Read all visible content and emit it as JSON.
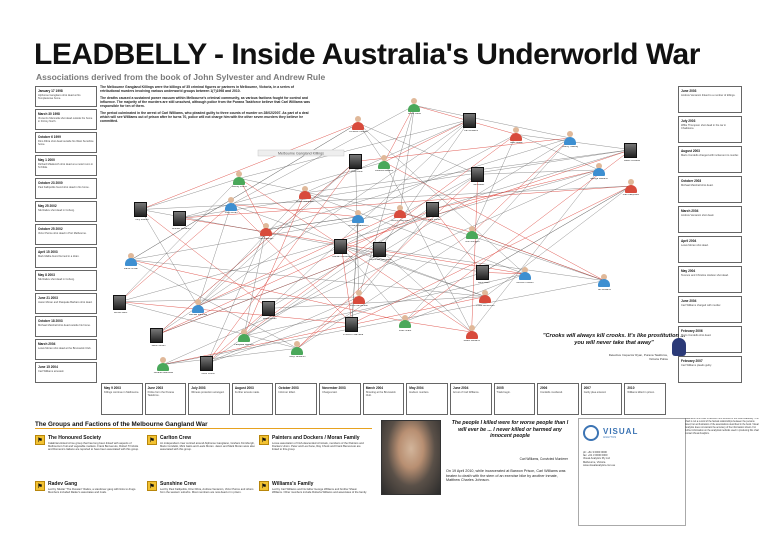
{
  "title": "LEADBELLY - Inside Australia's Underworld War",
  "subtitle": "Associations derived from the book of John Sylvester and Andrew Rule",
  "intro": {
    "p1": "The Melbourne Gangland Killings were the killings of 35 criminal figures or partners in Melbourne, Victoria, in a series of retributional murders involving various underworld groups between 1(?)1998 and 2010.",
    "p2": "The deaths caused a sustained power vacuum within Melbourne's criminal community, as various factions fought for control and influence. The majority of the murders are still unsolved, although police from the Purana Taskforce believe that Carl Williams was responsible for ten of them.",
    "p3": "The period culminated in the arrest of Carl Williams, who pleaded guilty to three counts of murder on 28/02/2007. As part of a deal which will see Williams out of prison after he turns 70, police will not charge him with the other seven murders they believe he committed."
  },
  "left_notes": [
    {
      "date": "January 17 1998",
      "text": "Alphonse Gangitano shot dead at his Templestowe home."
    },
    {
      "date": "March 30 1998",
      "text": "Vincenzo Mannella shot dead outside his home in Fitzroy North."
    },
    {
      "date": "October 6 1999",
      "text": "Dino Dibra shot dead outside his West Sunshine home."
    },
    {
      "date": "May 1 2000",
      "text": "Richard Mladenich shot dead at a motel room in St Kilda."
    },
    {
      "date": "October 23 2000",
      "text": "Paul Kallipolitis found shot dead in his home."
    },
    {
      "date": "May 25 2002",
      "text": "Nik Radev shot dead in Coburg."
    },
    {
      "date": "October 25 2002",
      "text": "Victor Peirce shot dead in Port Melbourne."
    },
    {
      "date": "April 15 2003",
      "text": "Mark Mallia found burned in a drain."
    },
    {
      "date": "May 8 2003",
      "text": "Nik Radev shot dead in Coburg."
    },
    {
      "date": "June 21 2003",
      "text": "Jason Moran and Pasquale Barbaro shot dead."
    },
    {
      "date": "October 18 2003",
      "text": "Michael Marshall shot dead outside his home."
    },
    {
      "date": "March 2004",
      "text": "Lewis Moran shot dead at the Brunswick Club."
    },
    {
      "date": "June 15 2004",
      "text": "Carl Williams arrested."
    }
  ],
  "right_notes": [
    {
      "date": "June 2003",
      "text": "Andrew Veniamin linked to a number of killings."
    },
    {
      "date": "July 2003",
      "text": "Willie Thompson shot dead in his car in Chadstone."
    },
    {
      "date": "August 2003",
      "text": "Mario Condello charged with incitement to murder."
    },
    {
      "date": "October 2003",
      "text": "Michael Marshall shot dead."
    },
    {
      "date": "March 2004",
      "text": "Andrew Veniamin shot dead."
    },
    {
      "date": "April 2004",
      "text": "Lewis Moran shot dead."
    },
    {
      "date": "May 2004",
      "text": "Terence and Christine Hodson shot dead."
    },
    {
      "date": "June 2004",
      "text": "Carl Williams charged with murder."
    },
    {
      "date": "February 2006",
      "text": "Mario Condello shot dead."
    },
    {
      "date": "February 2007",
      "text": "Carl Williams pleads guilty."
    }
  ],
  "bottom_notes": [
    {
      "date": "May 9 2003",
      "text": "Killings continue in Melbourne."
    },
    {
      "date": "June 2003",
      "text": "Police form the Purana Taskforce."
    },
    {
      "date": "July 2003",
      "text": "Witness protection arranged."
    },
    {
      "date": "August 2003",
      "text": "Further arrests made."
    },
    {
      "date": "October 2003",
      "text": "Informer killed."
    },
    {
      "date": "November 2003",
      "text": "Charges laid."
    },
    {
      "date": "March 2004",
      "text": "Shooting at the Brunswick Club."
    },
    {
      "date": "May 2004",
      "text": "Hodson murders."
    },
    {
      "date": "June 2004",
      "text": "Arrest of Carl Williams."
    },
    {
      "date": "2005",
      "text": "Trials begin."
    },
    {
      "date": "2006",
      "text": "Condello murdered."
    },
    {
      "date": "2007",
      "text": "Guilty plea entered."
    },
    {
      "date": "2010",
      "text": "Williams killed in prison."
    }
  ],
  "diagram": {
    "label": "Melbourne Gangland Killings",
    "people": [
      {
        "name": "Alphonse Gangitano",
        "kind": "photo"
      },
      {
        "name": "Jason Moran",
        "kind": "photo"
      },
      {
        "name": "Mark Moran",
        "kind": "photo"
      },
      {
        "name": "Lewis Moran",
        "kind": "photo"
      },
      {
        "name": "Carl Williams",
        "kind": "photo"
      },
      {
        "name": "Roberta Williams",
        "kind": "person"
      },
      {
        "name": "Andrew Veniamin",
        "kind": "photo"
      },
      {
        "name": "Mario Condello",
        "kind": "photo"
      },
      {
        "name": "Graham Kinniburgh",
        "kind": "photo"
      },
      {
        "name": "Nik Radev",
        "kind": "photo"
      },
      {
        "name": "Victor Peirce",
        "kind": "photo"
      },
      {
        "name": "Dino Dibra",
        "kind": "photo"
      },
      {
        "name": "Michael Marshall",
        "kind": "person"
      },
      {
        "name": "Willie Thompson",
        "kind": "person"
      },
      {
        "name": "Pasquale Barbaro",
        "kind": "person"
      },
      {
        "name": "Terence Hodson",
        "kind": "person"
      },
      {
        "name": "Christine Hodson",
        "kind": "person"
      },
      {
        "name": "Tony Mokbel",
        "kind": "photo"
      },
      {
        "name": "Mick Gatto",
        "kind": "photo"
      },
      {
        "name": "Paul Kallipolitis",
        "kind": "person"
      },
      {
        "name": "Vincenzo Mannella",
        "kind": "photo"
      },
      {
        "name": "Richard Mladenich",
        "kind": "person"
      },
      {
        "name": "Mark Mallia",
        "kind": "person"
      },
      {
        "name": "Lewis Caine",
        "kind": "person"
      },
      {
        "name": "Judy Moran",
        "kind": "person"
      },
      {
        "name": "Frank Benvenuto",
        "kind": "person"
      },
      {
        "name": "Gerardo Mannella",
        "kind": "person"
      },
      {
        "name": "George Williams",
        "kind": "person"
      },
      {
        "name": "Shaun Williams",
        "kind": "person"
      },
      {
        "name": "Peter Grant",
        "kind": "person"
      },
      {
        "name": "Danny Heaney",
        "kind": "person"
      },
      {
        "name": "Kath Pettingill",
        "kind": "person"
      },
      {
        "name": "Wendy Peirce",
        "kind": "person"
      },
      {
        "name": "Dennis Allen",
        "kind": "photo"
      },
      {
        "name": "Vince Benvenuto",
        "kind": "person"
      },
      {
        "name": "Benji Veniamin",
        "kind": "person"
      },
      {
        "name": "Faruk Orman",
        "kind": "person"
      },
      {
        "name": "Jimmy Loughnan",
        "kind": "person"
      },
      {
        "name": "Ron Bongetti",
        "kind": "person"
      },
      {
        "name": "Bill Williams",
        "kind": "person"
      }
    ]
  },
  "quote": "\"Crooks will always kill crooks. It's like prostitution ... you will never take that away\"",
  "quote_cite": "Detective Inspector Ryan, Purana Taskforce, Victoria Police",
  "groups_title": "The Groups and Factions of the Melbourne Gangland War",
  "groups": [
    {
      "name": "The Honoured Society",
      "desc": "Calabrian-linked crime group that has long been linked with aspects of Melbourne's fruit and vegetable markets. Frank Benvenuto, Robert Trimbole and Domenico Italiano are reported to have been associated with this group."
    },
    {
      "name": "Carlton Crew",
      "desc": "An independent crew centred around Alphonse Gangitano, Graham Kinniburgh, Mario Condello, Mick Gatto and Lewis Moran. Jason and Mark Moran were also associated with this group."
    },
    {
      "name": "Painters and Dockers / Moran Family",
      "desc": "Loose association of Irish-descended criminals, members of the Painters and Dockers Union. Peter and Les Kane, Ray Chuck and Frank Benvenuto are linked to this group."
    },
    {
      "name": "Radev Gang",
      "desc": "Led by Nikolai \"The Russian\" Radev, a standover gang with links to drugs. Members included Radev's associates and rivals."
    },
    {
      "name": "Sunshine Crew",
      "desc": "Led by Paul Kallipolitis, Dino Dibra, Andrew Veniamin, Victor Peirce and others from the western suburbs. Most members are now dead or in prison."
    },
    {
      "name": "Williams's Family",
      "desc": "Led by Carl Williams and his father George Williams and brother Shaun Williams. Other members include Roberta Williams and associates of the family."
    }
  ],
  "quote2": "The people I killed were for worse people than I will ever be ... I never killed or harmed any innocent people",
  "quote2_cite": "Carl Williams, Convicted Murderer",
  "died_text": "On 19 April 2010, while incarcerated at Barwon Prison, Carl Williams was beaten to death with the stem of an exercise bike by another inmate, Matthew Charles Johnson.",
  "brand": {
    "name": "VISUAL",
    "tagline": "ANALYTICS",
    "contact": [
      "ph: +61 3 0000 0000",
      "fax: +61 3 0000 0000",
      "Visual Analytics Pty Ltd",
      "Melbourne, Victoria",
      "www.visualanalytics.com.au"
    ]
  },
  "info_text": "Data within this chart is derived from sources of the book Leadbelly. This chart is not a record of the factual relationships between the persons listed, but an illustration of the associations described in the book. Visual Analytics does not warrant the accuracy of the information shown. For further information on the analytical methods used in producing this chart contact Visual Analytics."
}
